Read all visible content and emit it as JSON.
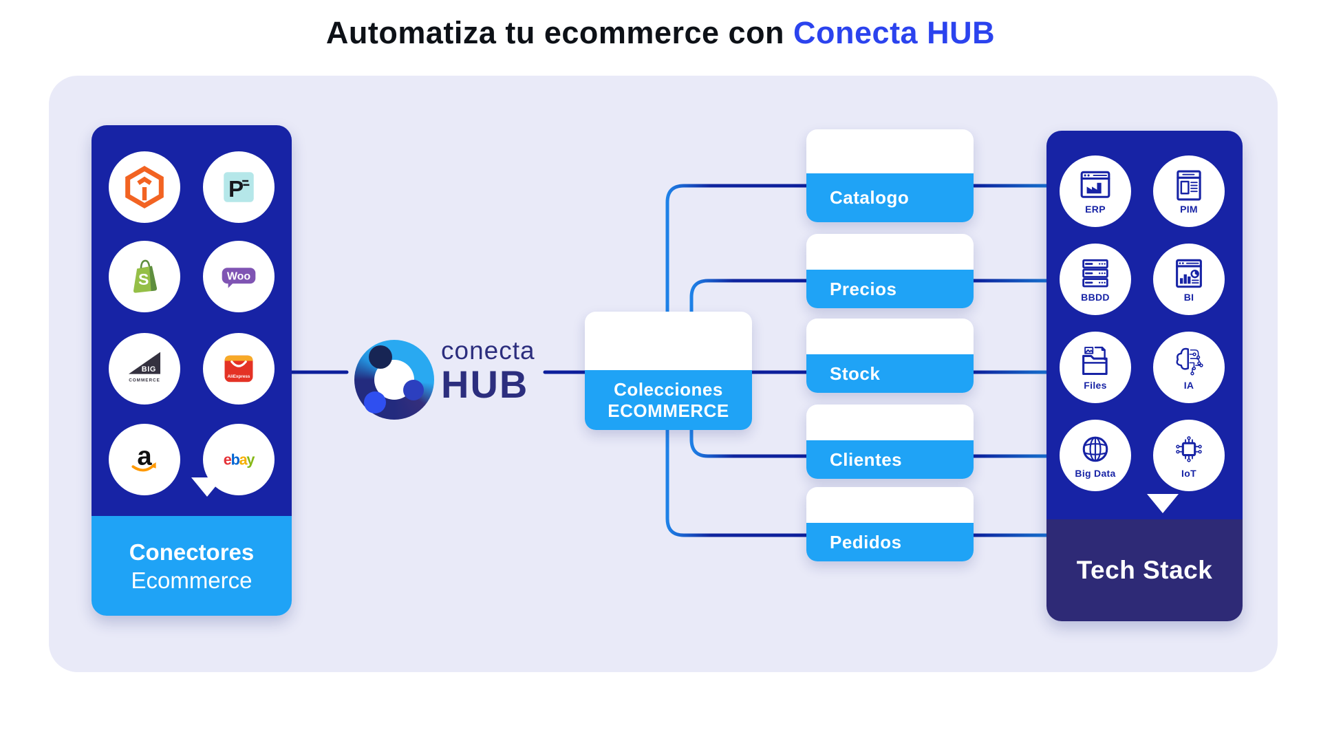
{
  "title": {
    "prefix": "Automatiza tu ecommerce con ",
    "brand": "Conecta HUB"
  },
  "left_panel": {
    "footer_line1": "Conectores",
    "footer_line2": "Ecommerce",
    "connectors": [
      {
        "name": "Magento"
      },
      {
        "name": "PrestaShop",
        "text": "P"
      },
      {
        "name": "Shopify",
        "text": "S"
      },
      {
        "name": "WooCommerce",
        "text": "Woo"
      },
      {
        "name": "BigCommerce",
        "text_top": "BIG",
        "text_bottom": "COMMERCE"
      },
      {
        "name": "AliExpress",
        "text": "AliExpress"
      },
      {
        "name": "Amazon",
        "text": "a"
      },
      {
        "name": "eBay",
        "letters": [
          "e",
          "b",
          "a",
          "y"
        ]
      }
    ]
  },
  "hub_logo": {
    "line1": "conecta",
    "line2": "HUB"
  },
  "collections_card": {
    "line1": "Colecciones",
    "line2": "ECOMMERCE"
  },
  "flow_cards": [
    {
      "label": "Catalogo"
    },
    {
      "label": "Precios"
    },
    {
      "label": "Stock"
    },
    {
      "label": "Clientes"
    },
    {
      "label": "Pedidos"
    }
  ],
  "right_panel": {
    "footer": "Tech Stack",
    "items": [
      {
        "label": "ERP"
      },
      {
        "label": "PIM"
      },
      {
        "label": "BBDD"
      },
      {
        "label": "BI"
      },
      {
        "label": "Files"
      },
      {
        "label": "IA"
      },
      {
        "label": "Big Data"
      },
      {
        "label": "IoT"
      }
    ]
  },
  "colors": {
    "panel_dark_blue": "#1723a5",
    "sky_blue": "#1fa3f6",
    "stage_lavender": "#e9eaf8",
    "tech_stack_footer": "#2e2a76",
    "title_brand_blue": "#2b43ee",
    "connector_navy": "#0c1e9b",
    "connector_bright": "#1e82e8",
    "logo_navy_text": "#2c2e7e"
  }
}
